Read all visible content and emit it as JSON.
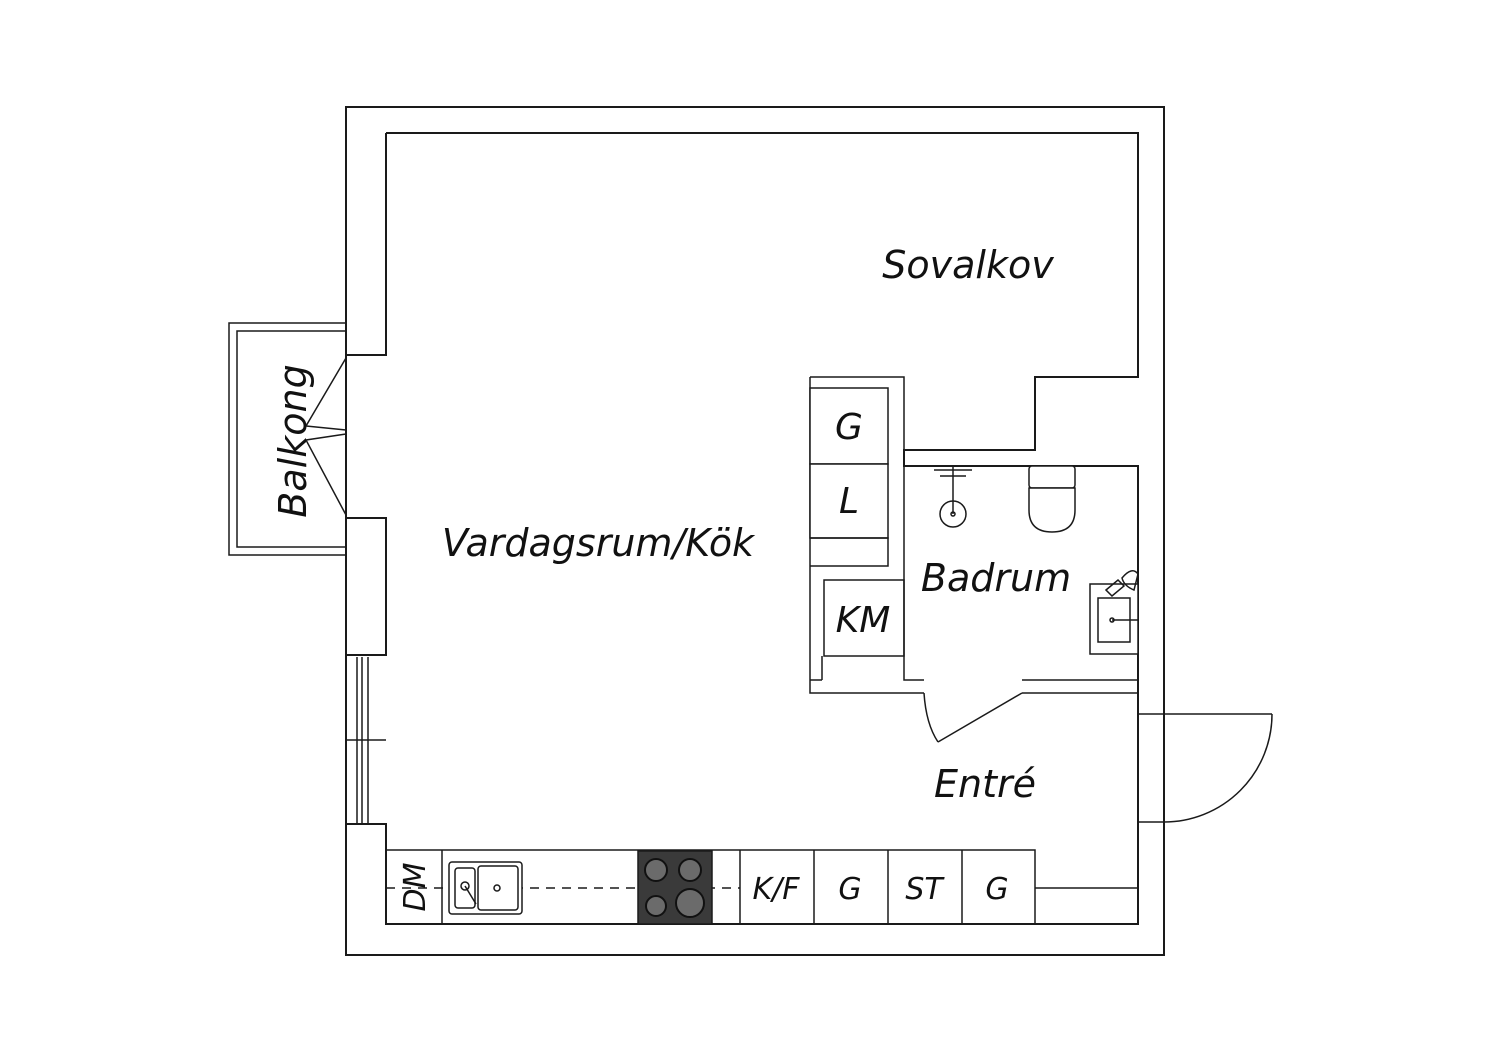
{
  "rooms": {
    "sovalkov": "Sovalkov",
    "living": "Vardagsrum/Kök",
    "badrum": "Badrum",
    "entre": "Entré",
    "balkong": "Balkong"
  },
  "cabinets": {
    "hall_g": "G",
    "hall_l": "L",
    "km": "KM"
  },
  "kitchen": {
    "dm": "DM",
    "kf": "K/F",
    "g1": "G",
    "st": "ST",
    "g2": "G"
  },
  "colors": {
    "line": "#1a1a1a",
    "background": "#ffffff",
    "hob": "#3a3a3a",
    "hob_ring": "#6b6b6b"
  }
}
